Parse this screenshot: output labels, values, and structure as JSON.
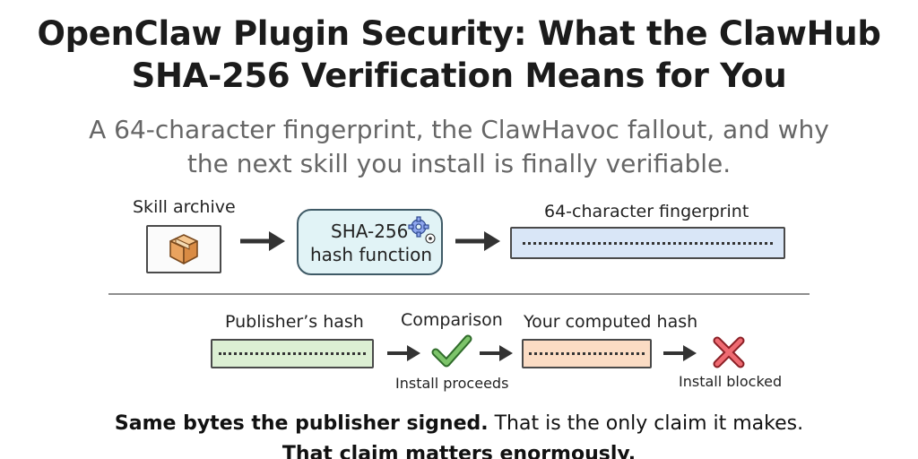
{
  "title": {
    "line1": "OpenClaw Plugin Security: What the ClawHub",
    "line2": "SHA-256 Verification Means for You"
  },
  "subtitle": {
    "line1": "A 64-character fingerprint, the ClawHavoc fallout, and why",
    "line2": "the next skill you install is finally verifiable."
  },
  "top_flow": {
    "archive_label": "Skill archive",
    "archive_icon": "package-box-icon",
    "hash_line1": "SHA-256",
    "hash_line2": "hash function",
    "hash_icon": "gear-icon",
    "fingerprint_label": "64-character fingerprint"
  },
  "bottom_flow": {
    "publisher_label": "Publisher’s hash",
    "comparison_label": "Comparison",
    "computed_label": "Your computed hash",
    "proceeds_label": "Install proceeds",
    "blocked_label": "Install blocked",
    "check_icon": "check-icon",
    "cross_icon": "cross-icon"
  },
  "footer": {
    "line1_bold": "Same bytes the publisher signed.",
    "line1_rest": " That is the only claim it makes.",
    "line2_bold": "That claim matters enormously."
  },
  "colors": {
    "hash_box": "#e1f3f6",
    "fingerprint": "#d9e6f7",
    "publisher_hash": "#dcefd3",
    "computed_hash": "#fbdcc4",
    "check": "#5fb04f",
    "cross": "#e0535b"
  }
}
